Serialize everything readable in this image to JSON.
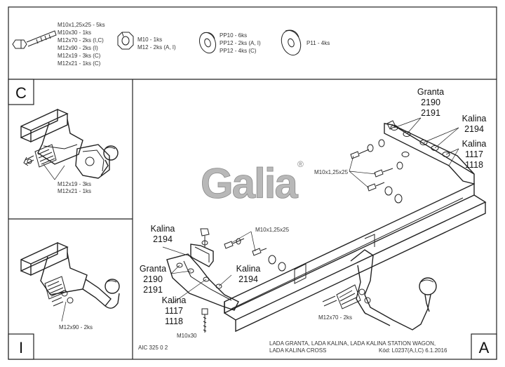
{
  "parts": {
    "bolts": [
      "M10x1,25x25 - 5ks",
      "M10x30 - 1ks",
      "M12x70 - 2ks (I,C)",
      "M12x90 - 2ks (I)",
      "M12x19 - 3ks (C)",
      "M12x21 - 1ks (C)"
    ],
    "nuts": [
      "M10 - 1ks",
      "M12 - 2ks (A, I)"
    ],
    "washers_pp": [
      "PP10 - 6ks",
      "PP12 - 2ks (A, I)",
      "PP12 - 4ks (C)"
    ],
    "washer_p11": "P11 - 4ks"
  },
  "panels": {
    "c_label": "C",
    "c_bolts": [
      "M12x19 - 3ks",
      "M12x21 - 1ks"
    ],
    "i_label": "I",
    "i_bolts": "M12x90 - 2ks",
    "a_label": "A"
  },
  "logo": {
    "text": "Galia",
    "mark": "®"
  },
  "callouts": {
    "granta_top": [
      "Granta",
      "2190",
      "2191"
    ],
    "kalina_2194_top": [
      "Kalina",
      "2194"
    ],
    "kalina_1117_top": [
      "Kalina",
      "1117",
      "1118"
    ],
    "bolt_m10_top": "M10x1,25x25",
    "kalina_2194_left": [
      "Kalina",
      "2194"
    ],
    "bolt_m10_mid": "M10x1,25x25",
    "granta_left": [
      "Granta",
      "2190",
      "2191"
    ],
    "kalina_2194_mid": [
      "Kalina",
      "2194"
    ],
    "kalina_1117_left": [
      "Kalina",
      "1117",
      "1118"
    ],
    "bolt_m10x30": "M10x30",
    "bolt_m12x70": "M12x70 - 2ks"
  },
  "footer": {
    "code": "AIC 325 0 2",
    "models_1": "LADA GRANTA, LADA KALINA, LADA KALINA STATION WAGON,",
    "models_2": "LADA KALINA CROSS",
    "kod": "Kód: L0237(A,I,C)   6.1.2016"
  }
}
